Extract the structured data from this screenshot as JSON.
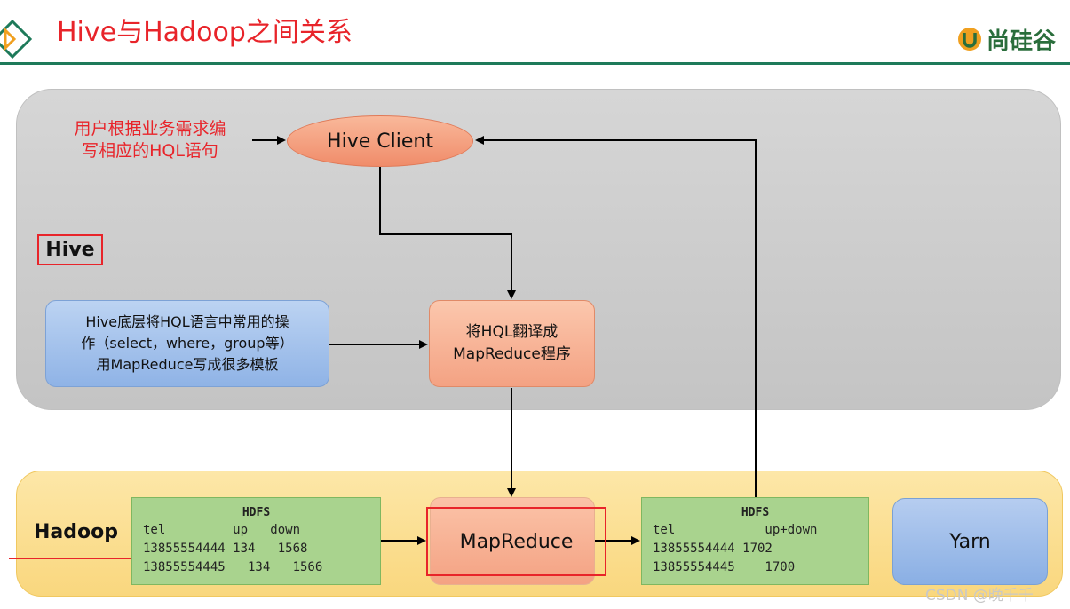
{
  "header": {
    "title": "Hive与Hadoop之间关系",
    "brand": "尚硅谷",
    "brand_color": "#2a6e3c",
    "title_color": "#e8242a"
  },
  "hive": {
    "label": "Hive",
    "user_note": [
      "用户根据业务需求编",
      "写相应的HQL语句"
    ],
    "client": "Hive Client",
    "template_box": [
      "Hive底层将HQL语言中常用的操",
      "作（select，where，group等）",
      "用MapReduce写成很多模板"
    ],
    "translate_box": [
      "将HQL翻译成",
      "MapReduce程序"
    ]
  },
  "hadoop": {
    "label": "Hadoop",
    "mapreduce": "MapReduce",
    "yarn": "Yarn",
    "hdfs_input": {
      "title": "HDFS",
      "rows": [
        "tel         up   down",
        "13855554444 134   1568",
        "13855554445   134   1566"
      ]
    },
    "hdfs_output": {
      "title": "HDFS",
      "rows": [
        "tel            up+down",
        "13855554444 1702",
        "13855554445    1700"
      ]
    }
  },
  "watermark": "CSDN @晚千千"
}
